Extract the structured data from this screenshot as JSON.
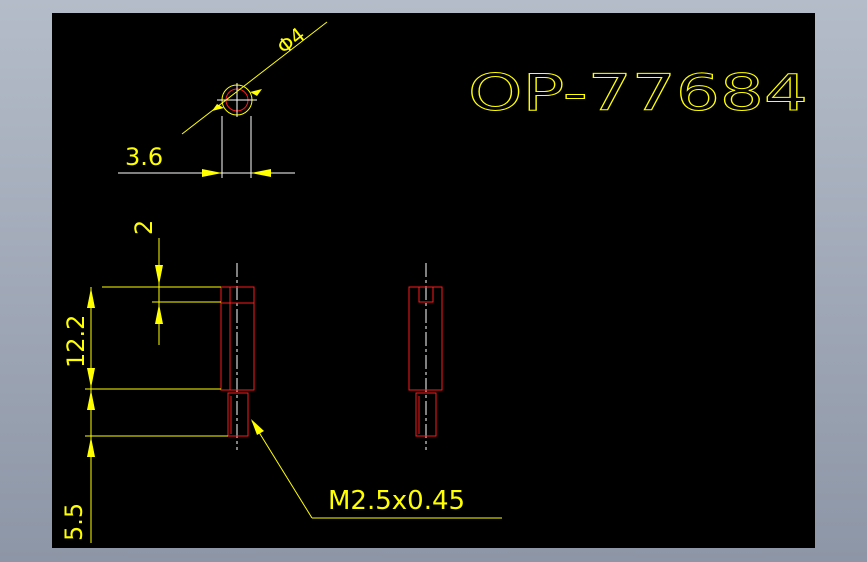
{
  "drawing": {
    "part_number": "OP-77684",
    "dimensions": {
      "diameter": "Φ4",
      "bore": "3.6",
      "slot_depth": "2",
      "body_length": "12.2",
      "thread_length": "5.5",
      "thread_callout": "M2.5x0.45"
    },
    "colors": {
      "background": "#000000",
      "dimension": "#ffff00",
      "geometry": "#ff1a1a",
      "centerline": "#ffffff",
      "frame": "#a9b2c0"
    }
  }
}
